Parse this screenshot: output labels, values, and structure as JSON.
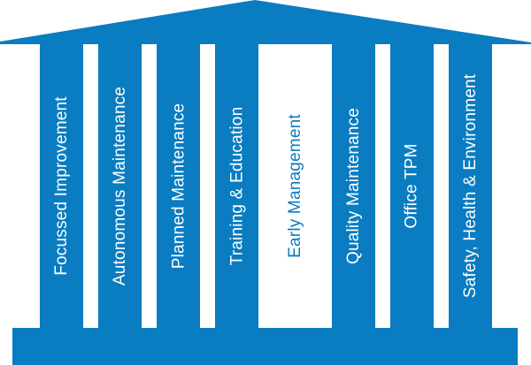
{
  "colors": {
    "primary": "#0a7cc1",
    "highlight_bg": "#ffffff",
    "pillar_text": "#ffffff"
  },
  "pillars": [
    {
      "label": "Focussed Improvement",
      "highlighted": false
    },
    {
      "label": "Autonomous Maintenance",
      "highlighted": false
    },
    {
      "label": "Planned Maintenance",
      "highlighted": false
    },
    {
      "label": "Training & Education",
      "highlighted": false
    },
    {
      "label": "Early Management",
      "highlighted": true
    },
    {
      "label": "Quality Maintenance",
      "highlighted": false
    },
    {
      "label": "Office TPM",
      "highlighted": false
    },
    {
      "label": "Safety, Health & Environment",
      "highlighted": false
    }
  ]
}
